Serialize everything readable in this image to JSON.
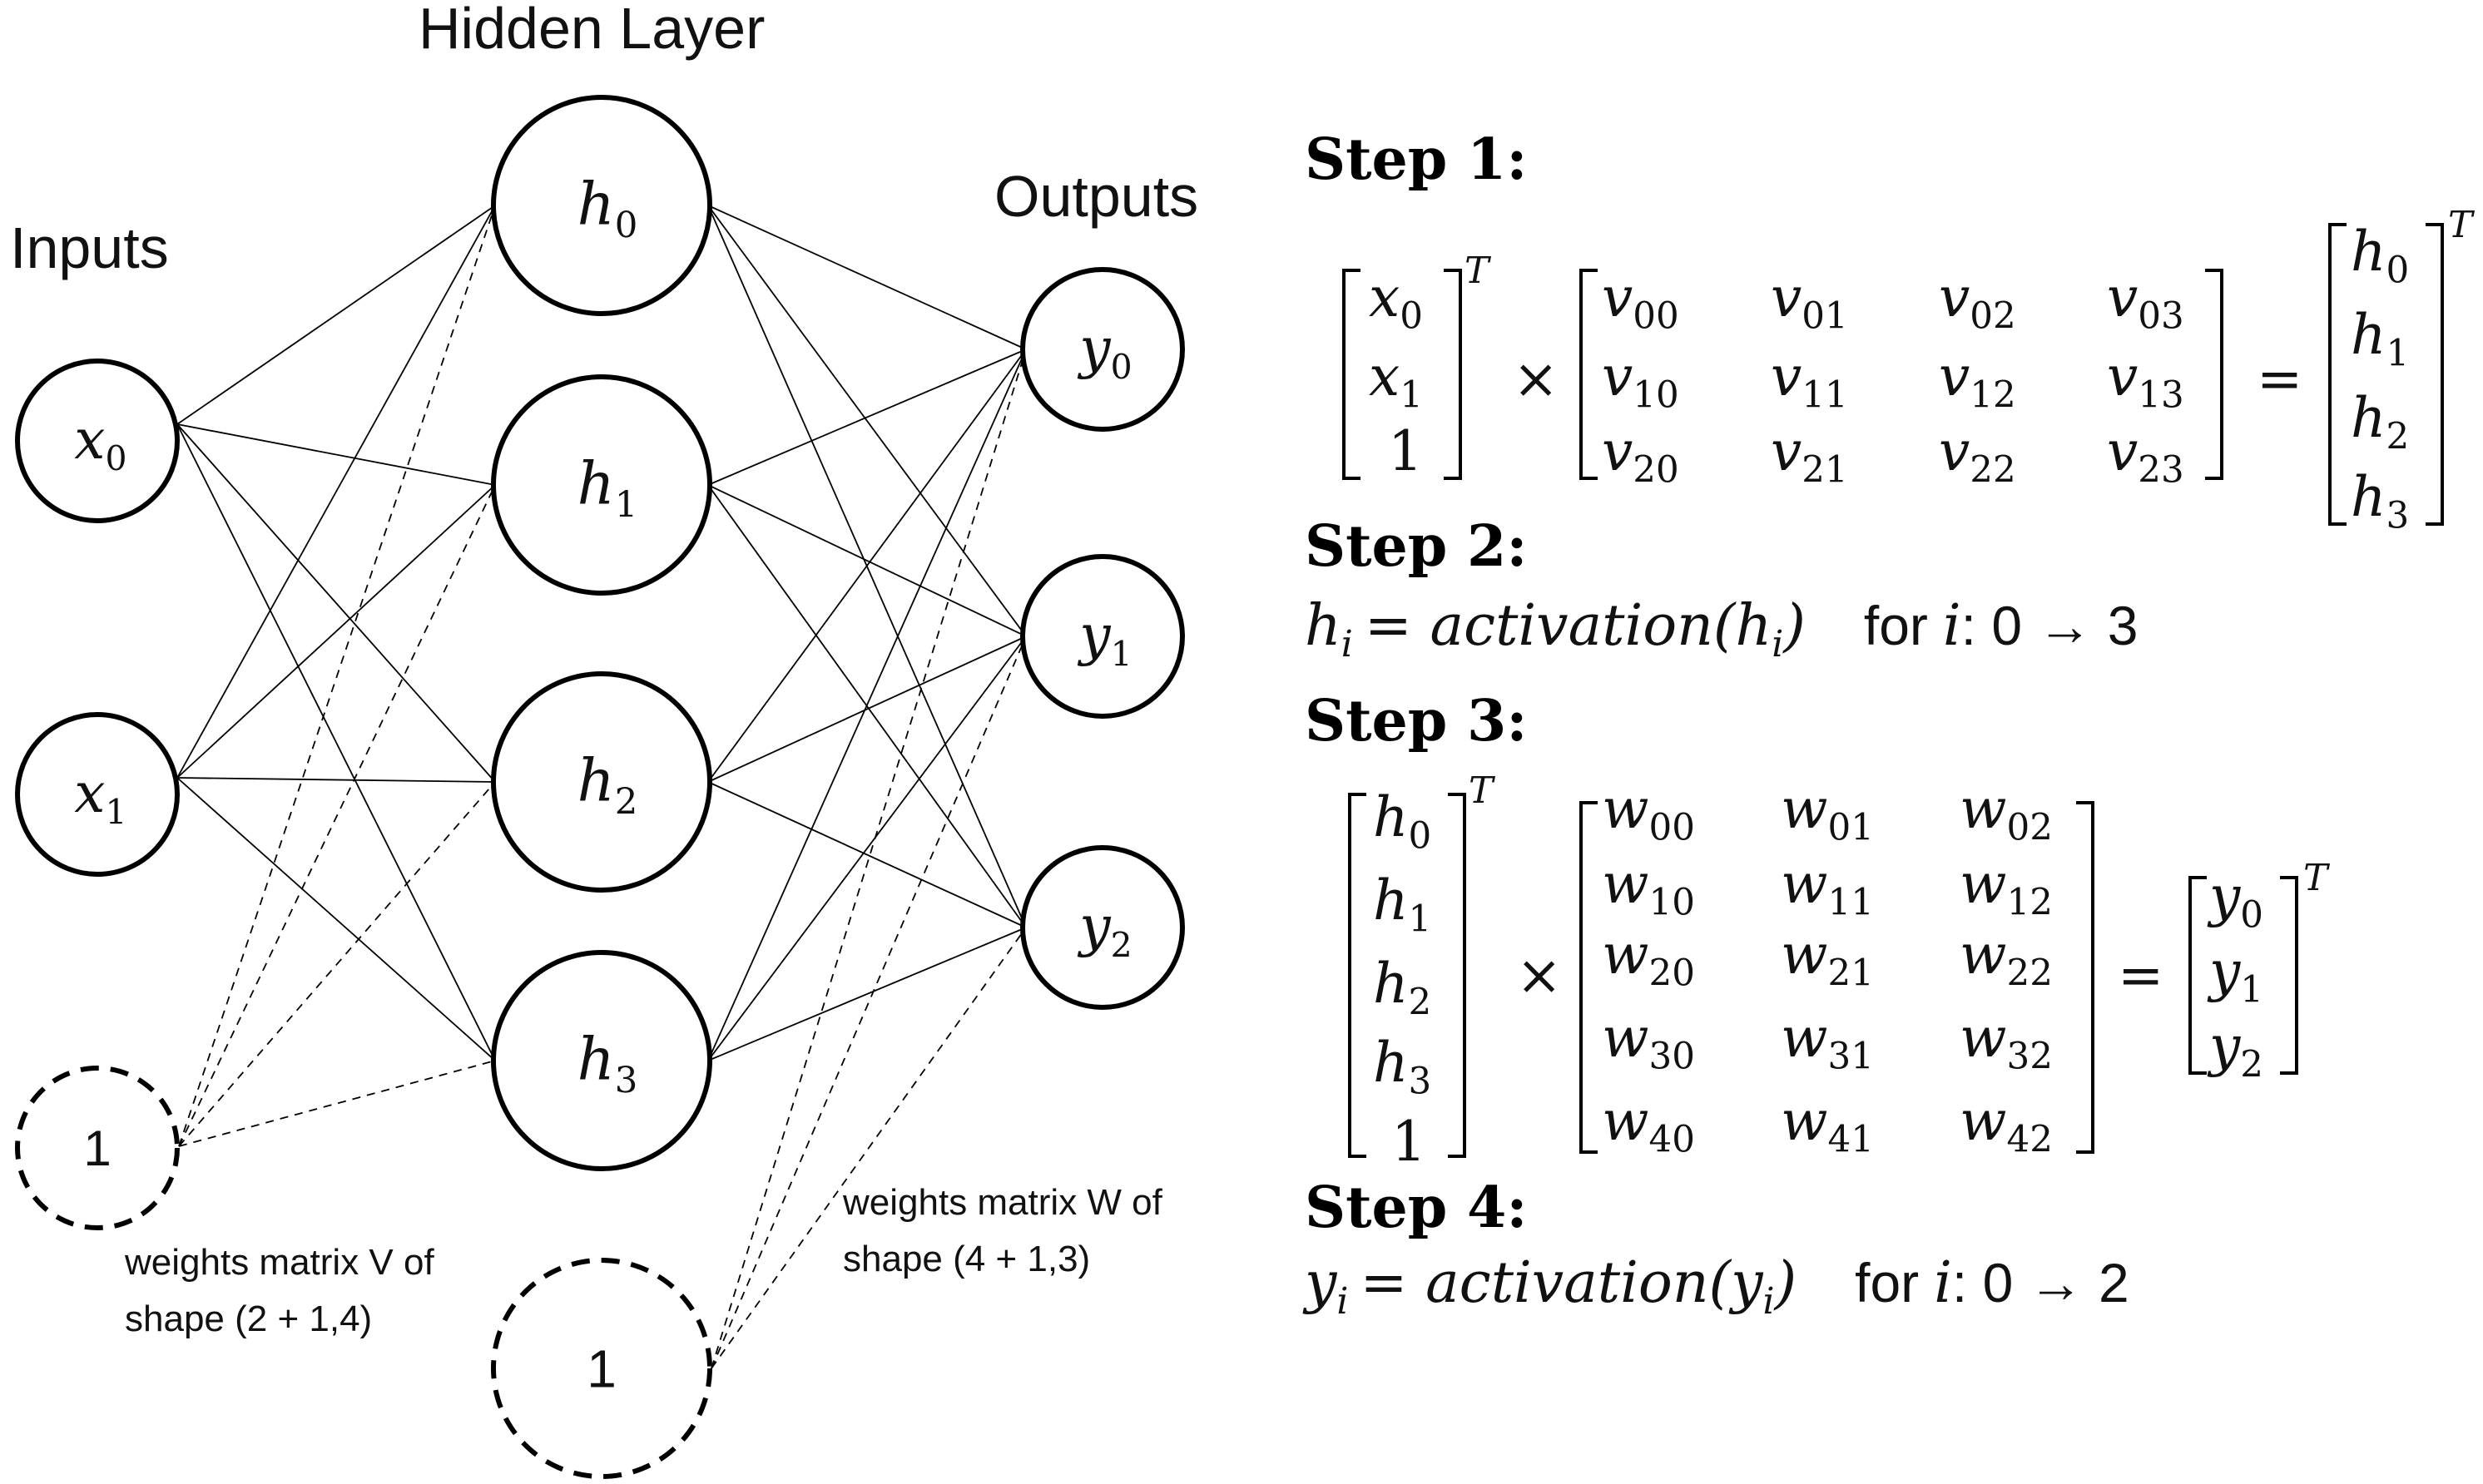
{
  "network": {
    "labels": {
      "inputs": "Inputs",
      "hidden": "Hidden Layer",
      "outputs": "Outputs"
    },
    "inputs": [
      {
        "var": "x",
        "sub": "0"
      },
      {
        "var": "x",
        "sub": "1"
      }
    ],
    "hidden": [
      {
        "var": "h",
        "sub": "0"
      },
      {
        "var": "h",
        "sub": "1"
      },
      {
        "var": "h",
        "sub": "2"
      },
      {
        "var": "h",
        "sub": "3"
      }
    ],
    "outputs": [
      {
        "var": "y",
        "sub": "0"
      },
      {
        "var": "y",
        "sub": "1"
      },
      {
        "var": "y",
        "sub": "2"
      }
    ],
    "bias_label": "1",
    "v_caption": [
      "weights matrix V of",
      "shape (2 + 1,4)"
    ],
    "w_caption": [
      "weights matrix W of",
      "shape (4 + 1,3)"
    ]
  },
  "steps": {
    "step1": "Step 1:",
    "step2": "Step 2:",
    "step3": "Step 3:",
    "step4": "Step 4:",
    "transpose": "T",
    "times": "×",
    "equals": "=",
    "step1_left": [
      {
        "v": "x",
        "s": "0"
      },
      {
        "v": "x",
        "s": "1"
      },
      {
        "v": "",
        "s": "",
        "plain": "1"
      }
    ],
    "step1_matrix": [
      [
        "00",
        "01",
        "02",
        "03"
      ],
      [
        "10",
        "11",
        "12",
        "13"
      ],
      [
        "20",
        "21",
        "22",
        "23"
      ]
    ],
    "step1_matrix_var": "v",
    "step1_right": [
      {
        "v": "h",
        "s": "0"
      },
      {
        "v": "h",
        "s": "1"
      },
      {
        "v": "h",
        "s": "2"
      },
      {
        "v": "h",
        "s": "3"
      }
    ],
    "step2_lhs": "h",
    "step2_sub": "i",
    "step2_rhs": "= activation(h",
    "step2_close": ")",
    "step2_for": "for",
    "step2_range": ": 0 → 3",
    "step3_left": [
      {
        "v": "h",
        "s": "0"
      },
      {
        "v": "h",
        "s": "1"
      },
      {
        "v": "h",
        "s": "2"
      },
      {
        "v": "h",
        "s": "3"
      },
      {
        "v": "",
        "s": "",
        "plain": "1"
      }
    ],
    "step3_matrix": [
      [
        "00",
        "01",
        "02"
      ],
      [
        "10",
        "11",
        "12"
      ],
      [
        "20",
        "21",
        "22"
      ],
      [
        "30",
        "31",
        "32"
      ],
      [
        "40",
        "41",
        "42"
      ]
    ],
    "step3_matrix_var": "w",
    "step3_right": [
      {
        "v": "y",
        "s": "0"
      },
      {
        "v": "y",
        "s": "1"
      },
      {
        "v": "y",
        "s": "2"
      }
    ],
    "step4_lhs": "y",
    "step4_sub": "i",
    "step4_rhs": "= activation(y",
    "step4_close": ")",
    "step4_for": "for",
    "step4_range": ": 0 → 2",
    "loop_var": "i"
  }
}
